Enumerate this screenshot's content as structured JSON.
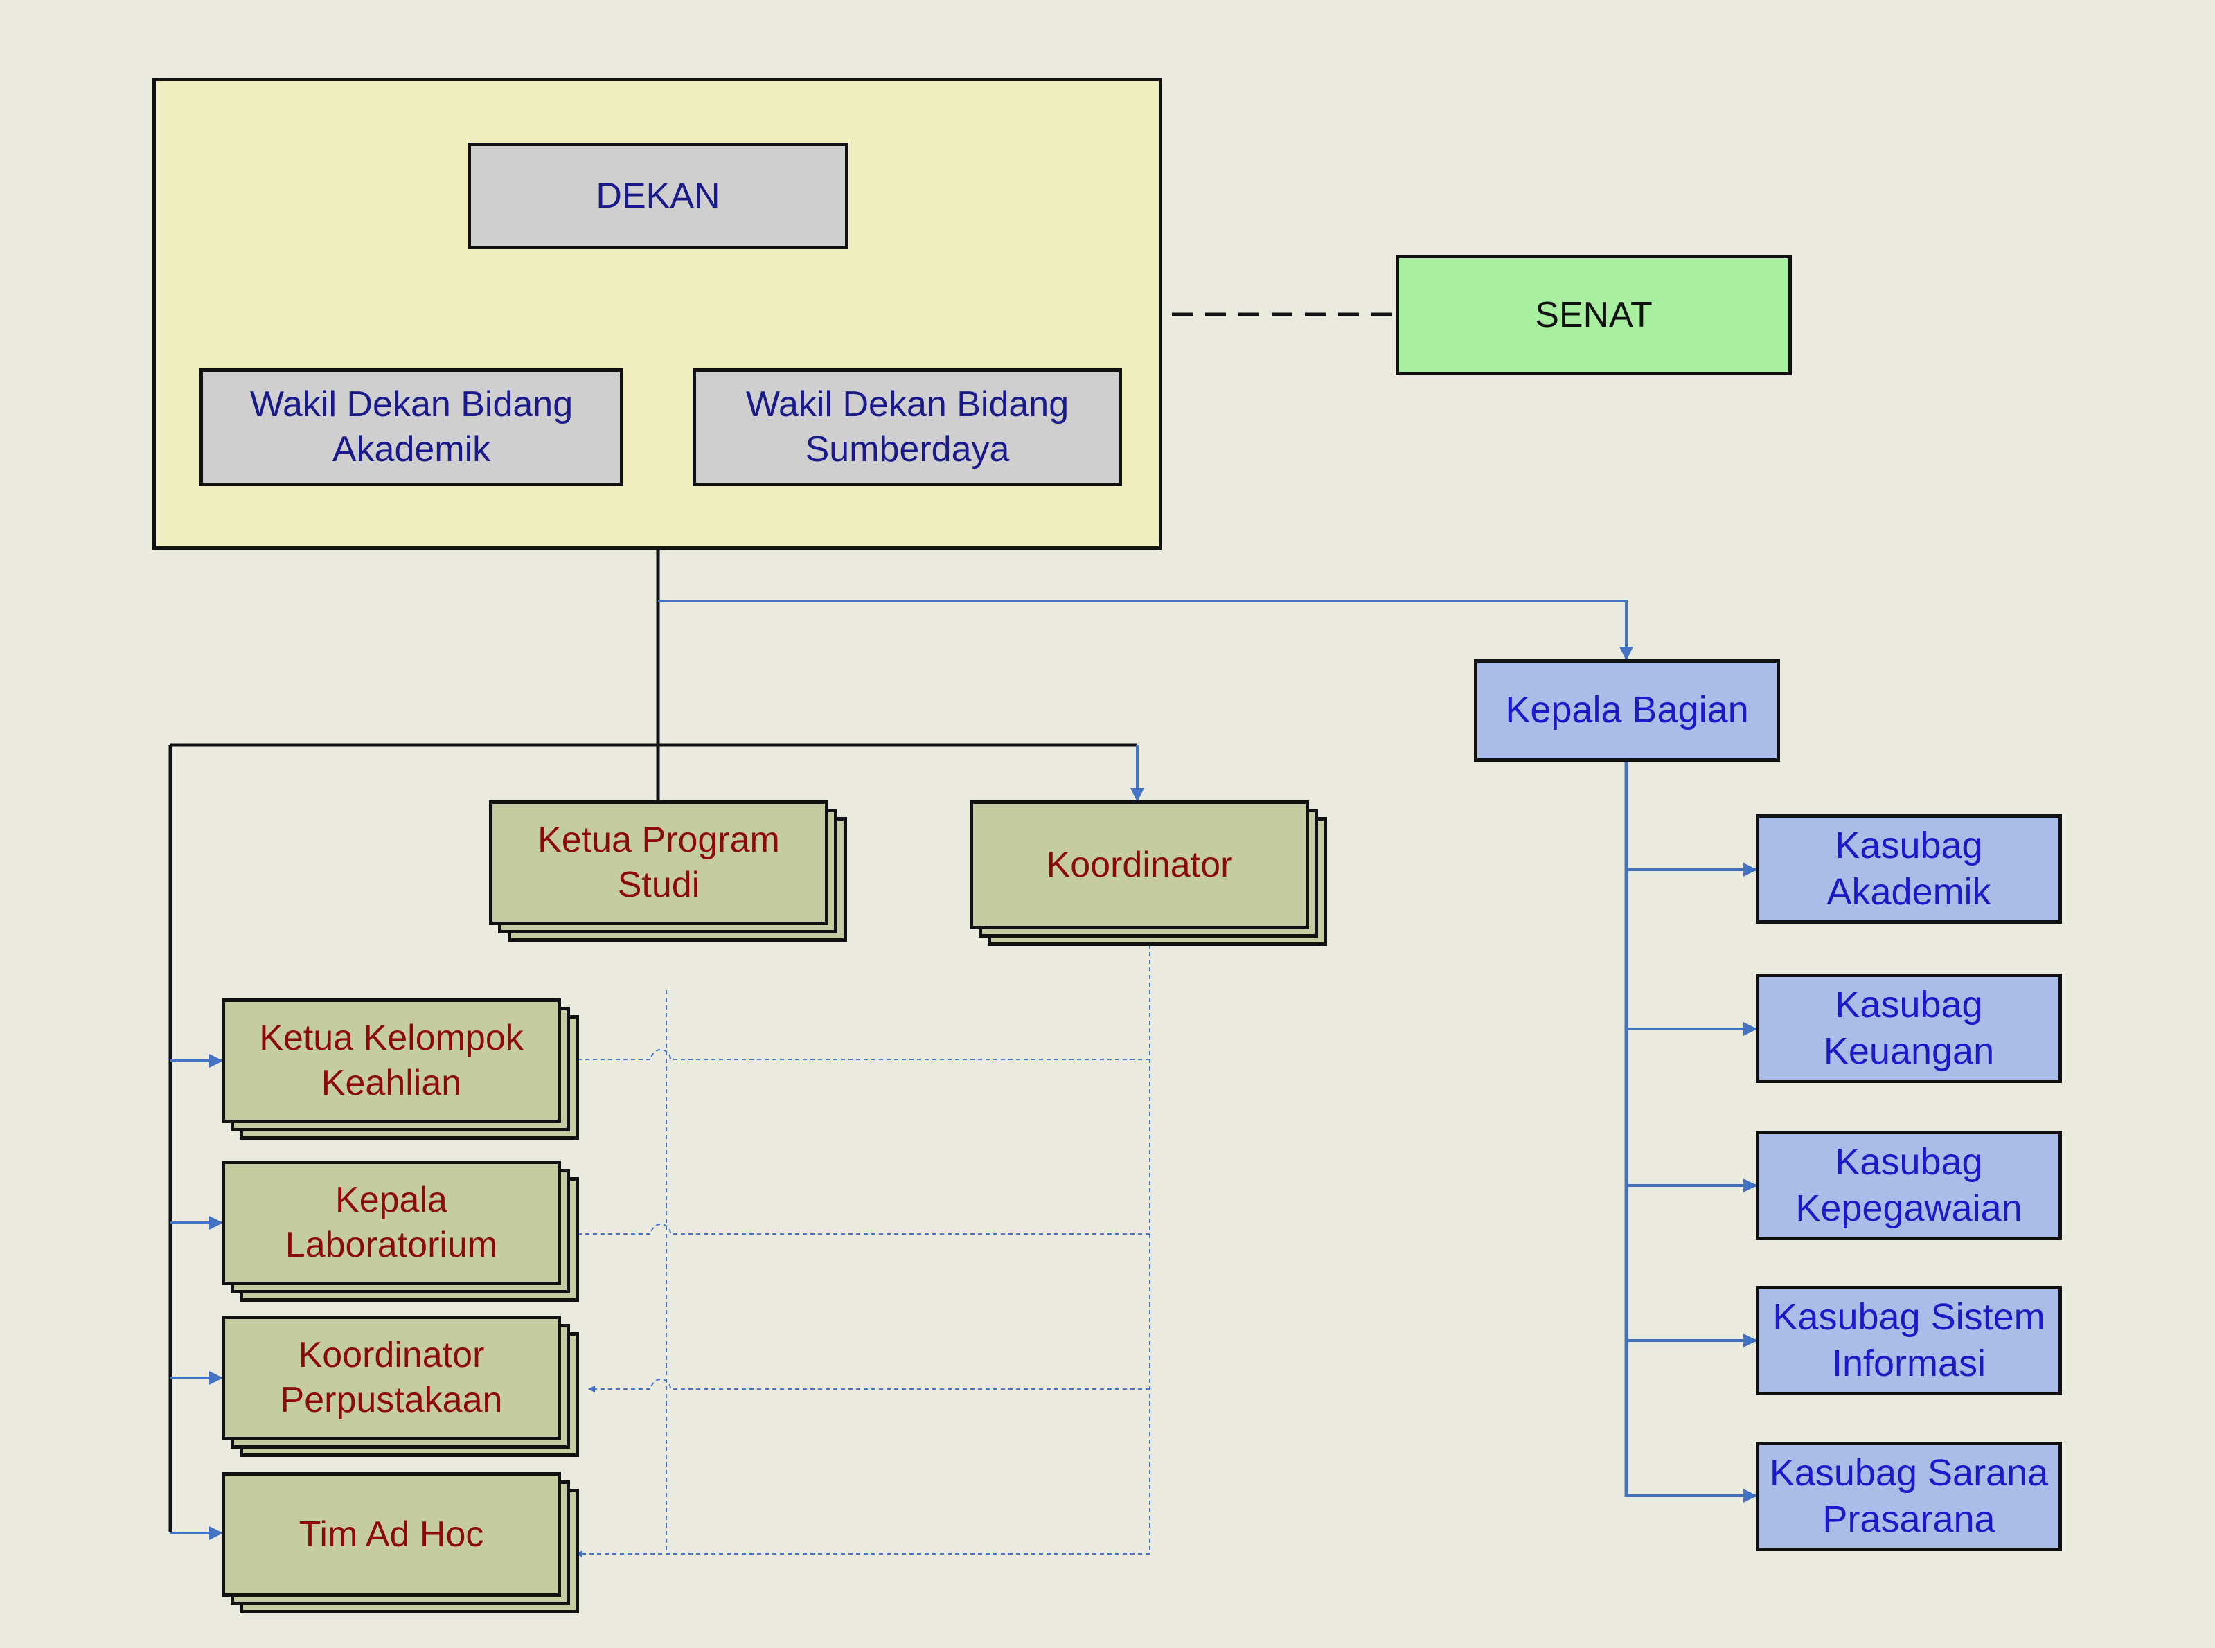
{
  "colors": {
    "background": "#eaeadf",
    "leadership_group": "#eeeebf",
    "leadership_box": "#cfcfcf",
    "senat": "#a8f0a0",
    "admin_box": "#aabde8",
    "academic_box": "#c6cca2",
    "connector_blue": "#4472c4",
    "connector_black": "#111111"
  },
  "leadership": {
    "dekan": "DEKAN",
    "wakil_akademik": "Wakil Dekan Bidang\nAkademik",
    "wakil_sumberdaya": "Wakil Dekan Bidang\nSumberdaya"
  },
  "senat": "SENAT",
  "kepala_bagian": "Kepala Bagian",
  "kasubag": [
    "Kasubag\nAkademik",
    "Kasubag\nKeuangan",
    "Kasubag\nKepegawaian",
    "Kasubag Sistem\nInformasi",
    "Kasubag Sarana\nPrasarana"
  ],
  "ketua_program_studi": "Ketua Program\nStudi",
  "koordinator": "Koordinator",
  "units": [
    "Ketua Kelompok\nKeahlian",
    "Kepala\nLaboratorium",
    "Koordinator\nPerpustakaan",
    "Tim Ad Hoc"
  ]
}
